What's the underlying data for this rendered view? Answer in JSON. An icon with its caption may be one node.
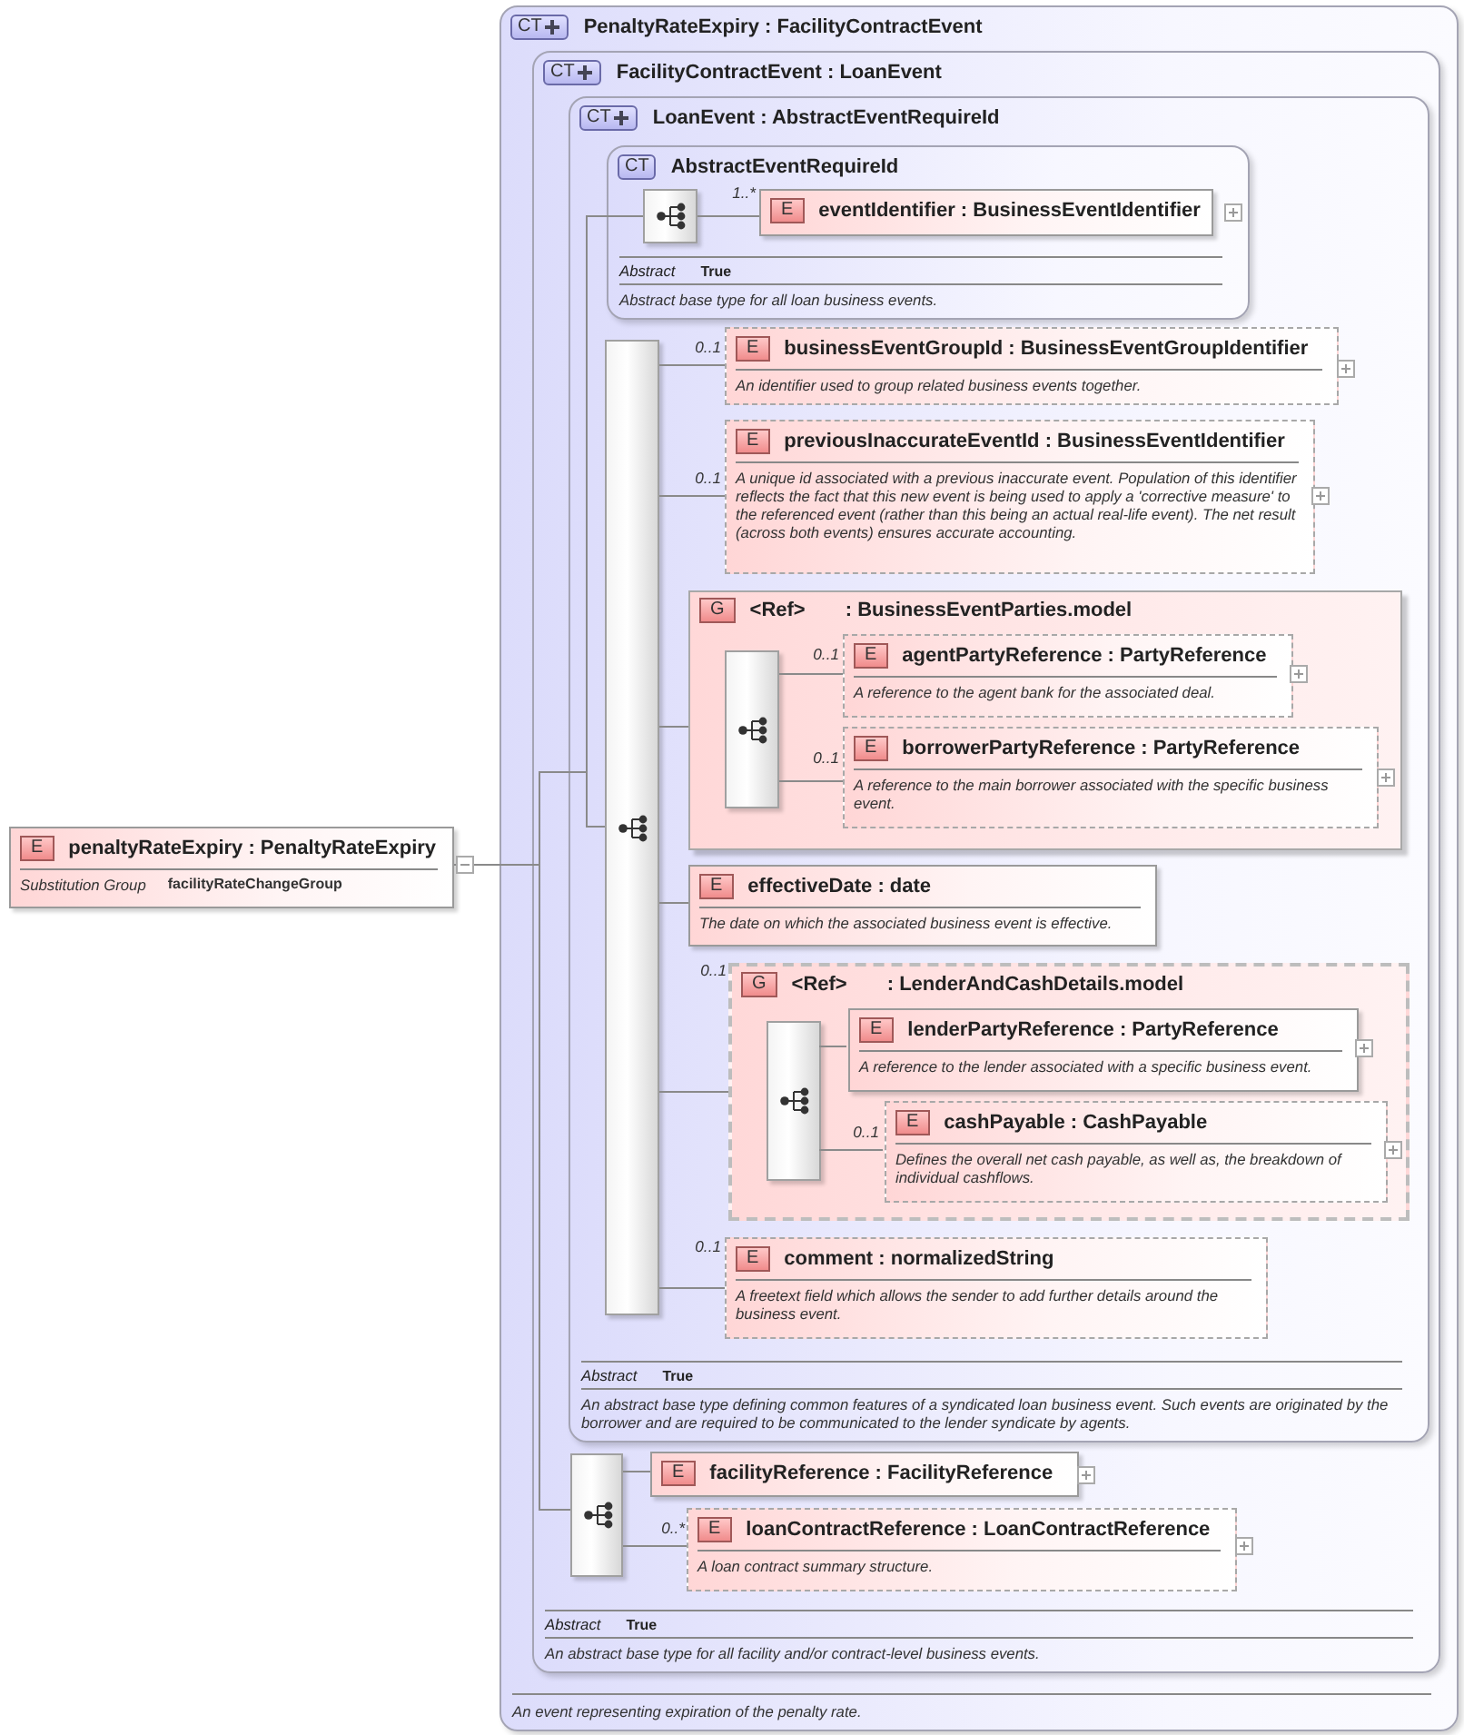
{
  "diagram": {
    "nodes": [
      {
        "text": [
          "E",
          "penaltyRateExpiry : PenaltyRateExpiry",
          "Substitution Group",
          "facilityRateChangeGroup"
        ]
      },
      {
        "text": [
          "CT",
          "PenaltyRateExpiry : FacilityContractEvent",
          "An event representing expiration of the penalty rate."
        ]
      },
      {
        "text": [
          "CT",
          "FacilityContractEvent : LoanEvent",
          "Abstract",
          "True",
          "An abstract base type for all facility and/or contract-level business events."
        ],
        "in": 1
      },
      {
        "text": [
          "CT",
          "LoanEvent : AbstractEventRequireId",
          "Abstract",
          "True",
          "An abstract base type defining common features of a syndicated loan business event. Such events are originated by the borrower and are required to be communicated to the lender syndicate by agents."
        ],
        "in": 2
      },
      {
        "text": [
          "CT",
          "AbstractEventRequireId",
          "Abstract",
          "True",
          "Abstract base type for all loan business events."
        ],
        "in": 3
      },
      {
        "text": [],
        "shape": "box",
        "in": 4
      },
      {
        "text": [
          "E",
          "eventIdentifier : BusinessEventIdentifier"
        ],
        "in": 4,
        "beside": [
          "1..*"
        ]
      },
      {
        "text": [],
        "shape": "box",
        "in": 3
      },
      {
        "text": [
          "E",
          "businessEventGroupId : BusinessEventGroupIdentifier",
          "An identifier used to group related business events together."
        ],
        "in": 3,
        "beside": [
          "0..1"
        ]
      },
      {
        "text": [
          "E",
          "previousInaccurateEventId : BusinessEventIdentifier",
          "A unique id associated with a previous inaccurate event. Population of this identifier reflects the fact that this new event is being used to apply a 'corrective measure' to the referenced event (rather than this being an actual real-life event). The net result (across both events) ensures accurate accounting."
        ],
        "in": 3,
        "beside": [
          "0..1"
        ]
      },
      {
        "text": [
          "G",
          "<Ref>",
          ": BusinessEventParties.model"
        ],
        "in": 3
      },
      {
        "text": [],
        "shape": "box",
        "in": 10
      },
      {
        "text": [
          "E",
          "agentPartyReference : PartyReference",
          "A reference to the agent bank for the associated deal."
        ],
        "in": 10,
        "beside": [
          "0..1"
        ]
      },
      {
        "text": [
          "E",
          "borrowerPartyReference : PartyReference",
          "A reference to the main borrower associated with the specific business event."
        ],
        "in": 10,
        "beside": [
          "0..1"
        ]
      },
      {
        "text": [
          "E",
          "effectiveDate : date",
          "The date on which the associated business event is effective."
        ],
        "in": 3
      },
      {
        "text": [
          "G",
          "<Ref>",
          ": LenderAndCashDetails.model"
        ],
        "in": 3,
        "beside": [
          "0..1"
        ]
      },
      {
        "text": [],
        "shape": "box",
        "in": 15
      },
      {
        "text": [
          "E",
          "lenderPartyReference : PartyReference",
          "A reference to the lender associated with a specific business event."
        ],
        "in": 15
      },
      {
        "text": [
          "E",
          "cashPayable : CashPayable",
          "Defines the overall net cash payable, as well as, the breakdown of individual cashflows."
        ],
        "in": 15,
        "beside": [
          "0..1"
        ]
      },
      {
        "text": [
          "E",
          "comment : normalizedString",
          "A freetext field which allows the sender to add further details around the business event."
        ],
        "in": 3,
        "beside": [
          "0..1"
        ]
      },
      {
        "text": [],
        "shape": "box",
        "in": 2
      },
      {
        "text": [
          "E",
          "facilityReference : FacilityReference"
        ],
        "in": 2
      },
      {
        "text": [
          "E",
          "loanContractReference : LoanContractReference",
          "A loan contract summary structure."
        ],
        "in": 2,
        "beside": [
          "0..*"
        ]
      }
    ],
    "edges": [
      {
        "from": 0,
        "to": 5,
        "arrow": "none"
      },
      {
        "from": 0,
        "to": 7,
        "arrow": "none"
      },
      {
        "from": 0,
        "to": 20,
        "arrow": "none"
      },
      {
        "from": 5,
        "to": 6,
        "arrow": "none"
      },
      {
        "from": 7,
        "to": 8,
        "arrow": "none"
      },
      {
        "from": 7,
        "to": 9,
        "arrow": "none"
      },
      {
        "from": 7,
        "to": 10,
        "arrow": "none"
      },
      {
        "from": 11,
        "to": 12,
        "arrow": "none"
      },
      {
        "from": 11,
        "to": 13,
        "arrow": "none"
      },
      {
        "from": 7,
        "to": 14,
        "arrow": "none"
      },
      {
        "from": 7,
        "to": 15,
        "arrow": "none"
      },
      {
        "from": 16,
        "to": 17,
        "arrow": "none"
      },
      {
        "from": 16,
        "to": 18,
        "arrow": "none"
      },
      {
        "from": 7,
        "to": 19,
        "arrow": "none"
      },
      {
        "from": 20,
        "to": 21,
        "arrow": "none"
      },
      {
        "from": 20,
        "to": 22,
        "arrow": "none"
      }
    ]
  }
}
